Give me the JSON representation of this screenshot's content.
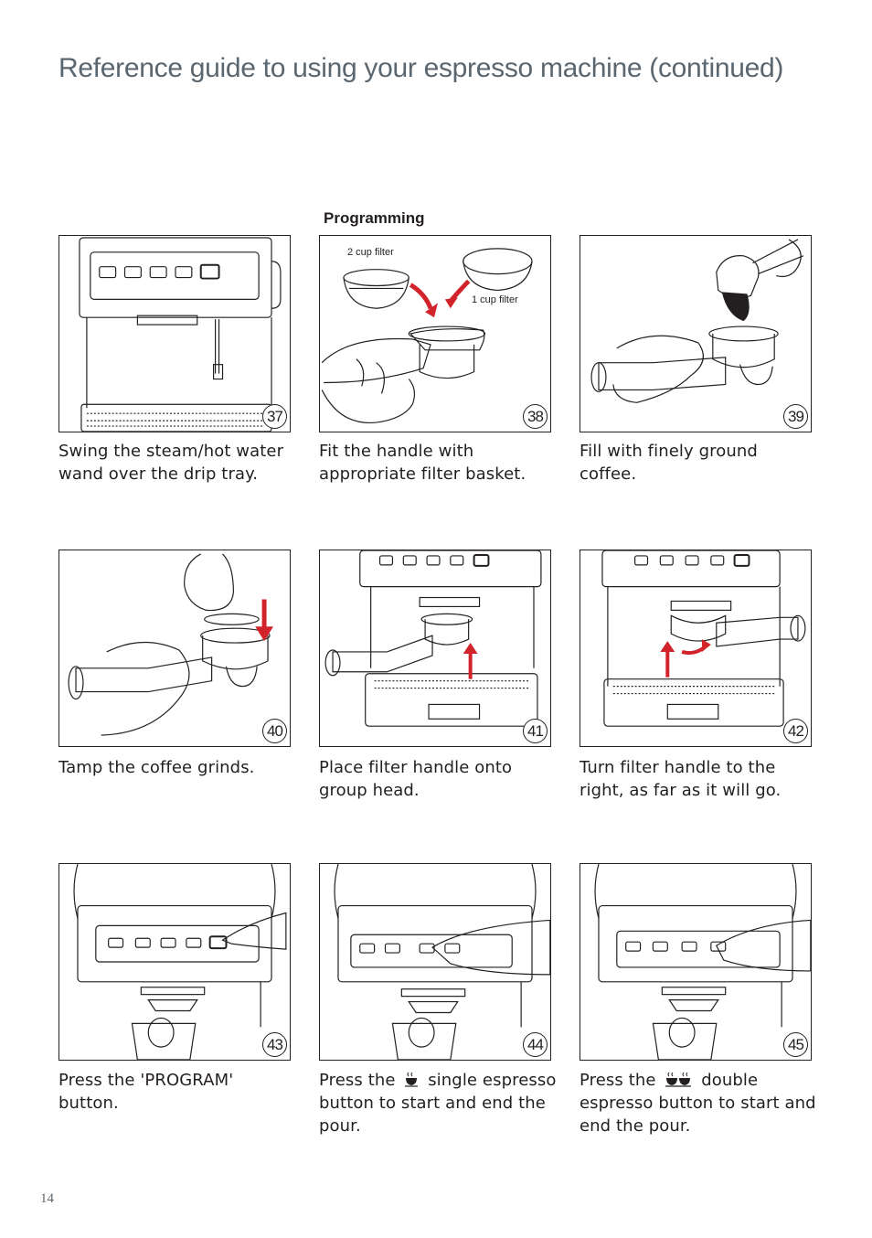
{
  "page": {
    "title": "Reference guide to using your espresso machine (continued)",
    "section_heading": "Programming",
    "page_number": "14"
  },
  "steps": [
    {
      "number": "37",
      "caption": "Swing the steam/hot water wand over the drip tray."
    },
    {
      "number": "38",
      "caption": "Fit the handle with appropriate filter basket.",
      "labels": {
        "two_cup": "2 cup filter",
        "one_cup": "1 cup filter"
      }
    },
    {
      "number": "39",
      "caption": "Fill with finely ground coffee."
    },
    {
      "number": "40",
      "caption": "Tamp the coffee grinds."
    },
    {
      "number": "41",
      "caption": "Place filter handle onto group head."
    },
    {
      "number": "42",
      "caption": "Turn filter handle to the right, as far as it will go."
    },
    {
      "number": "43",
      "caption": "Press the 'PROGRAM' button."
    },
    {
      "number": "44",
      "caption_before": "Press the",
      "caption_after": "single espresso button to start and end the pour.",
      "icon": "single-cup-icon"
    },
    {
      "number": "45",
      "caption_before": "Press the",
      "caption_after": "double espresso button to start and end the pour.",
      "icon": "double-cup-icon"
    }
  ],
  "colors": {
    "arrow": "#d2232a",
    "line": "#231f20",
    "title": "#5b6770"
  }
}
